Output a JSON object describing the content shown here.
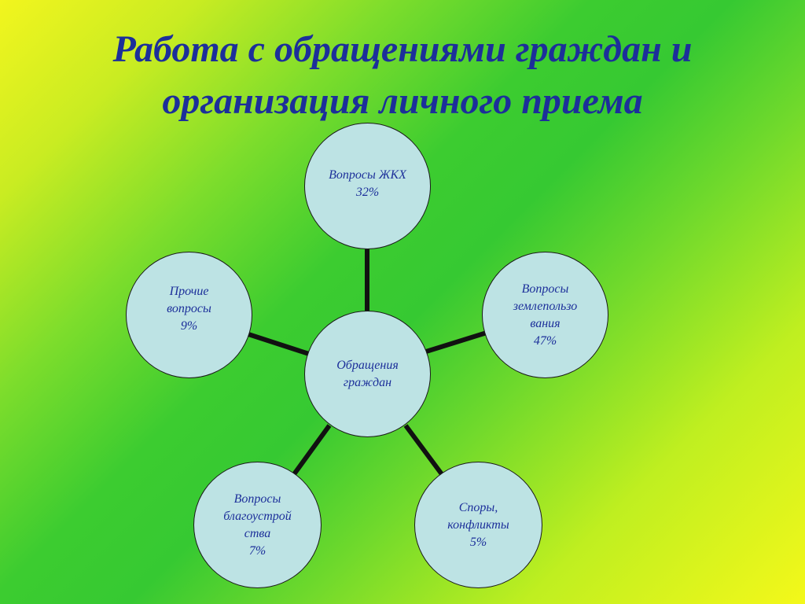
{
  "title": {
    "line1": "Работа с обращениями граждан и",
    "line2": "организация личного приема"
  },
  "diagram": {
    "center": {
      "line1": "Обращения",
      "line2": "граждан"
    },
    "nodes": {
      "jkh": {
        "line1": "Вопросы ЖКХ",
        "line2": "32%"
      },
      "land": {
        "line1": "Вопросы",
        "line2": "землепользо",
        "line3": "вания",
        "line4": "47%"
      },
      "other": {
        "line1": "Прочие",
        "line2": "вопросы",
        "line3": "9%"
      },
      "improvement": {
        "line1": "Вопросы",
        "line2": "благоустрой",
        "line3": "ства",
        "line4": "7%"
      },
      "disputes": {
        "line1": "Споры,",
        "line2": "конфликты",
        "line3": "5%"
      }
    }
  },
  "colors": {
    "title_text": "#1c2f9a",
    "circle_fill": "#bde3e4",
    "connector": "#111111",
    "background_yellow": "#f2f51e",
    "background_green": "#36c932"
  }
}
